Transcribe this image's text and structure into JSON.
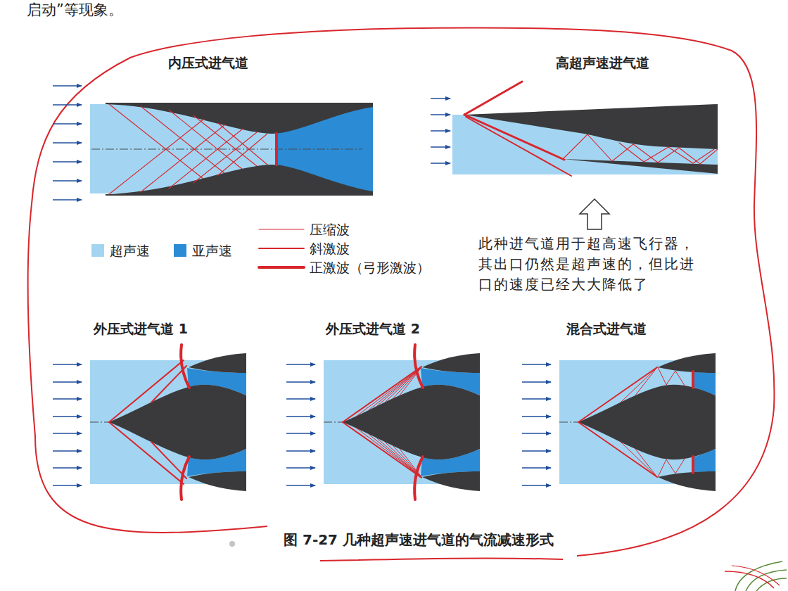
{
  "diagram": {
    "caption": "图 7-27 几种超声速进气道的气流减速形式",
    "labels": [
      "启动”等现象。",
      "内压式进气道",
      "高超声速进气道",
      "此种进气道用于超高速飞行器，其出口仍然是超声速的，但比进口的速度已经大大降低了",
      "外压式进气道 1",
      "外压式进气道 2",
      "混合式进气道"
    ],
    "legend": [
      {
        "text": "超声速",
        "color": "#a3d5f2"
      },
      {
        "text": "亚声速",
        "color": "#2b8bd4"
      },
      {
        "text": "压缩波"
      },
      {
        "text": "斜激波"
      },
      {
        "text": "正激波（弓形激波）"
      }
    ]
  }
}
